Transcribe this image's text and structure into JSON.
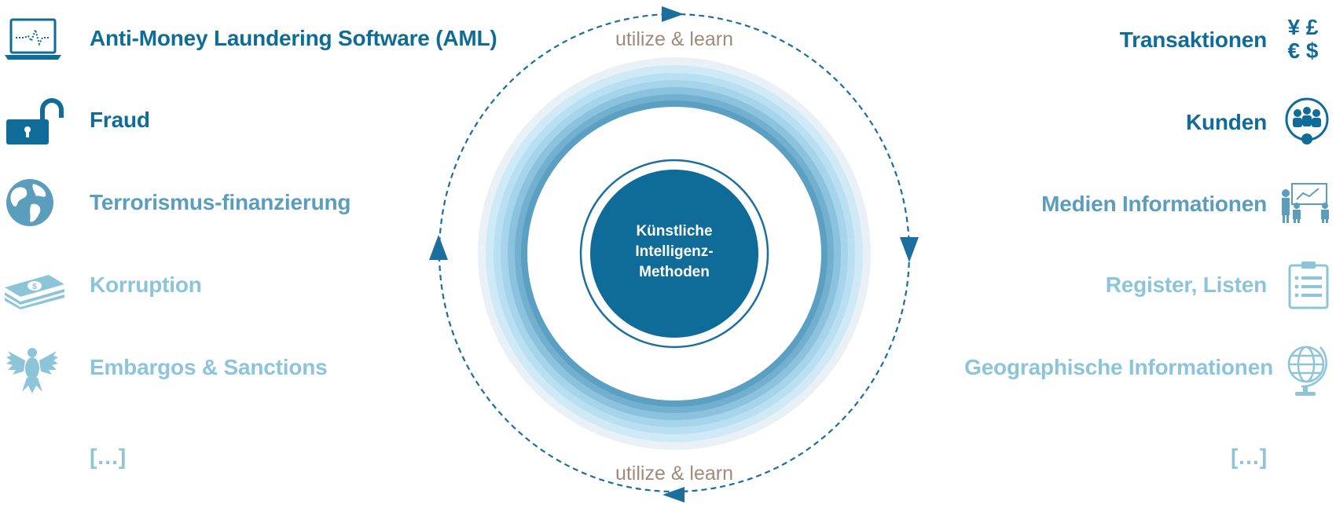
{
  "left_items": [
    {
      "label": "Anti-Money Laundering Software (AML)",
      "icon": "laptop-chart-icon",
      "tone": "dark"
    },
    {
      "label": "Fraud",
      "icon": "unlocked-padlock-icon",
      "tone": "dark"
    },
    {
      "label": "Terrorismus-finanzierung",
      "icon": "globe-earth-icon",
      "tone": "mid"
    },
    {
      "label": "Korruption",
      "icon": "money-stack-icon",
      "tone": "light"
    },
    {
      "label": "Embargos & Sanctions",
      "icon": "eagle-emblem-icon",
      "tone": "light"
    },
    {
      "label": "[…]",
      "tone": "light"
    }
  ],
  "right_items": [
    {
      "label": "Transaktionen",
      "icon": "currency-symbols-icon",
      "tone": "dark",
      "symbols": [
        "¥ £",
        "€ $"
      ]
    },
    {
      "label": "Kunden",
      "icon": "customers-group-icon",
      "tone": "dark"
    },
    {
      "label": "Medien Informationen",
      "icon": "media-presentation-icon",
      "tone": "mid"
    },
    {
      "label": "Register, Listen",
      "icon": "clipboard-list-icon",
      "tone": "light"
    },
    {
      "label": "Geographische Informationen",
      "icon": "wire-globe-icon",
      "tone": "light"
    },
    {
      "label": "[…]",
      "tone": "light"
    }
  ],
  "center": {
    "line1": "Künstliche",
    "line2": "Intelligenz-",
    "line3": "Methoden"
  },
  "cycle": {
    "top_label": "utilize & learn",
    "bottom_label": "utilize & learn"
  },
  "colors": {
    "dark": "#0f6c99",
    "mid": "#5b9dbd",
    "light": "#8cc4da",
    "cycle_text": "#a08a78",
    "arrow": "#1a6f9e"
  }
}
